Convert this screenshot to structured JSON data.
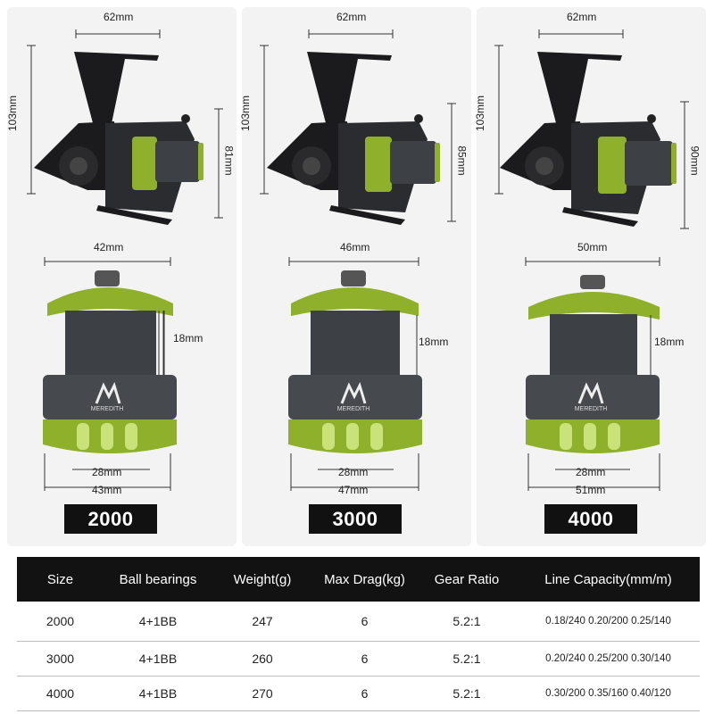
{
  "colors": {
    "accent_green": "#8fb02a",
    "reel_black": "#1b1b1d",
    "spool_gray": "#3d4044",
    "table_header": "#121212"
  },
  "models": [
    {
      "model": "2000",
      "reel_width": "62mm",
      "reel_height": "103mm",
      "body_height": "81mm",
      "spool_top_diameter": "42mm",
      "spool_depth": "18mm",
      "spool_inner_diameter": "28mm",
      "spool_bottom_diameter": "43mm",
      "logo_text": "MEREDITH"
    },
    {
      "model": "3000",
      "reel_width": "62mm",
      "reel_height": "103mm",
      "body_height": "85mm",
      "spool_top_diameter": "46mm",
      "spool_depth": "18mm",
      "spool_inner_diameter": "28mm",
      "spool_bottom_diameter": "47mm",
      "logo_text": "MEREDITH"
    },
    {
      "model": "4000",
      "reel_width": "62mm",
      "reel_height": "103mm",
      "body_height": "90mm",
      "spool_top_diameter": "50mm",
      "spool_depth": "18mm",
      "spool_inner_diameter": "28mm",
      "spool_bottom_diameter": "51mm",
      "logo_text": "MEREDITH"
    }
  ],
  "table": {
    "headers": [
      "Size",
      "Ball bearings",
      "Weight(g)",
      "Max Drag(kg)",
      "Gear Ratio",
      "Line Capacity(mm/m)"
    ],
    "rows": [
      [
        "2000",
        "4+1BB",
        "247",
        "6",
        "5.2:1",
        "0.18/240 0.20/200 0.25/140"
      ],
      [
        "3000",
        "4+1BB",
        "260",
        "6",
        "5.2:1",
        "0.20/240 0.25/200 0.30/140"
      ],
      [
        "4000",
        "4+1BB",
        "270",
        "6",
        "5.2:1",
        "0.30/200 0.35/160 0.40/120"
      ]
    ]
  }
}
